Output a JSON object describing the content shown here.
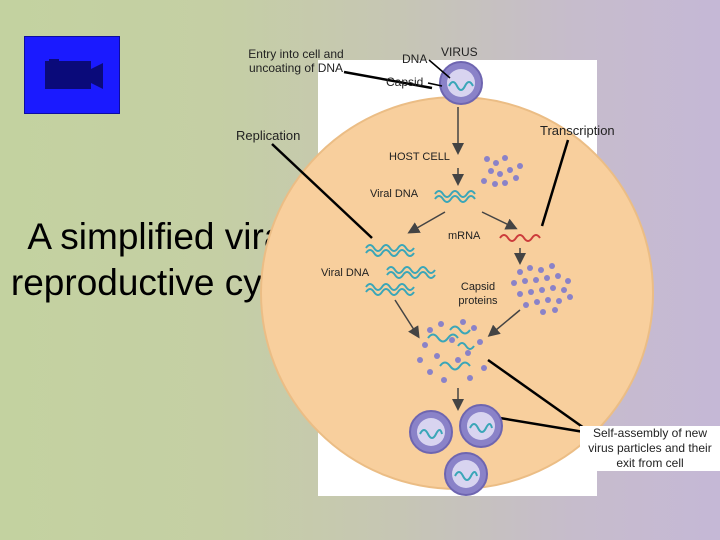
{
  "slide": {
    "title": "A simplified viral reproductive cycle",
    "video_button": {
      "icon": "video-camera-icon"
    }
  },
  "diagram": {
    "labels": {
      "entry": "Entry into cell and uncoating of DNA",
      "dna": "DNA",
      "virus": "VIRUS",
      "capsid": "Capsid",
      "replication": "Replication",
      "transcription": "Transcription",
      "host_cell": "HOST CELL",
      "viral_dna_top": "Viral DNA",
      "mrna": "mRNA",
      "viral_dna_left": "Viral DNA",
      "capsid_proteins": "Capsid proteins",
      "self_assembly": "Self-assembly of new virus particles and their exit from cell"
    },
    "colors": {
      "cell_fill": "#f8cf9d",
      "virus_fill": "#8a82c8",
      "dna_strand": "#3aa6b8",
      "mrna_strand": "#cc3b3b",
      "protein": "#8a82c8",
      "video_button": "#1a1aff"
    }
  }
}
